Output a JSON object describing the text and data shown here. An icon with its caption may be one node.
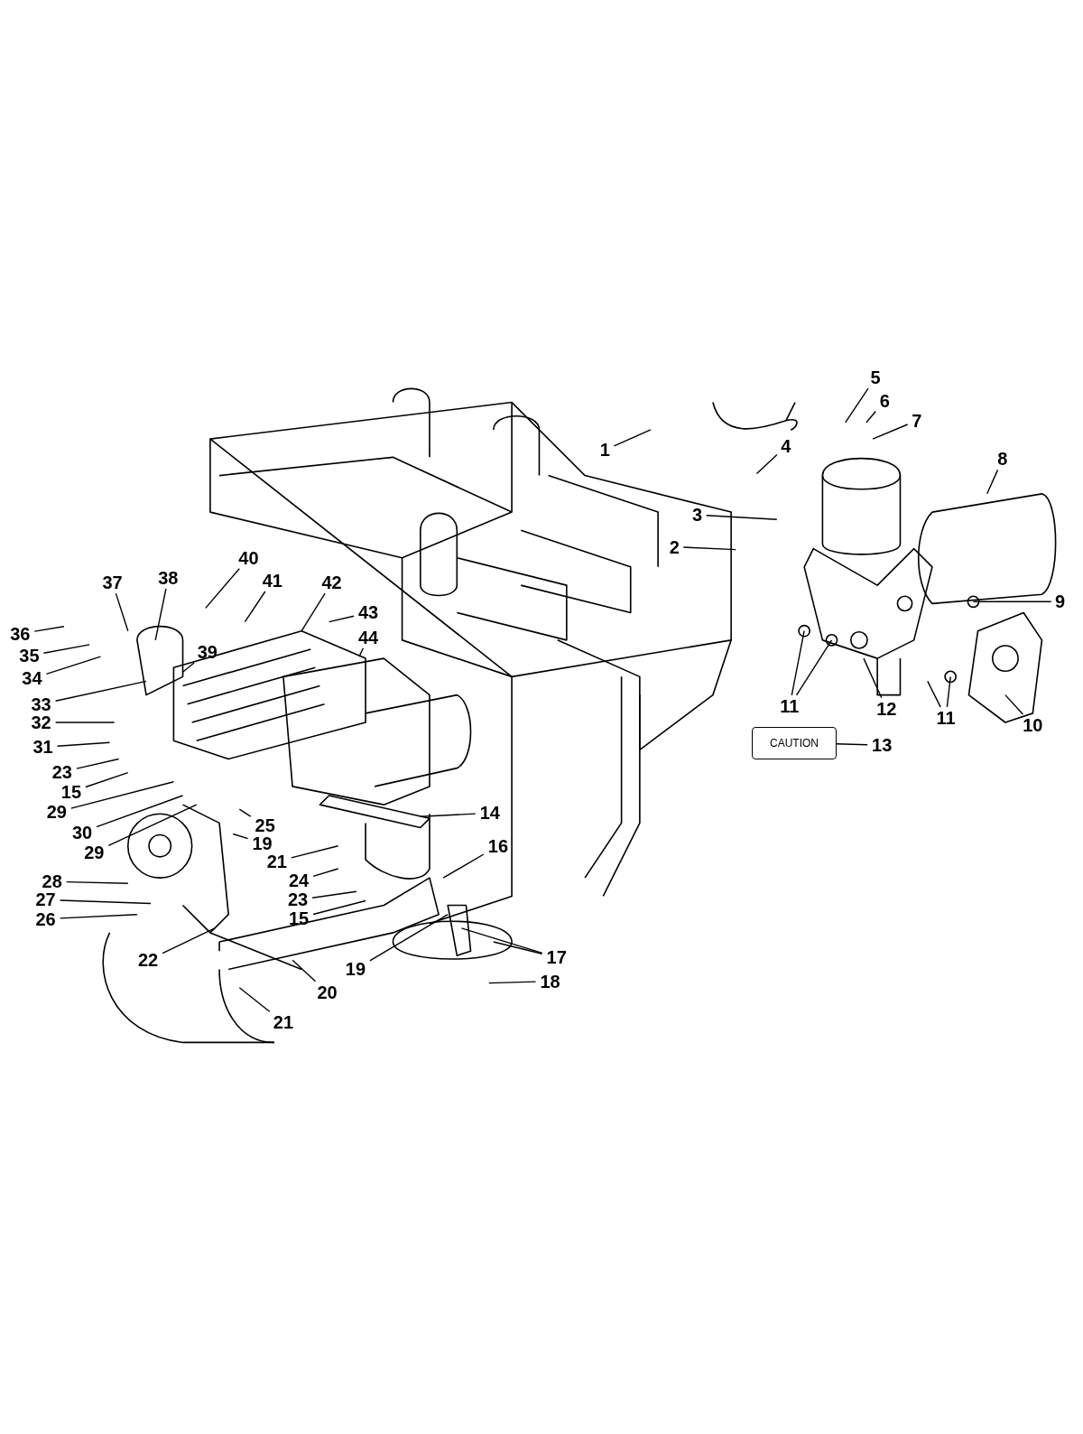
{
  "diagram": {
    "nodes": [
      {
        "text": [
          "1"
        ]
      },
      {
        "text": [
          "5"
        ]
      },
      {
        "text": [
          "6"
        ]
      },
      {
        "text": [
          "7"
        ]
      },
      {
        "text": [
          "4"
        ]
      },
      {
        "text": [
          "8"
        ]
      },
      {
        "text": [
          "3"
        ]
      },
      {
        "text": [
          "2"
        ]
      },
      {
        "text": [
          "40"
        ]
      },
      {
        "text": [
          "37"
        ]
      },
      {
        "text": [
          "38"
        ]
      },
      {
        "text": [
          "41"
        ]
      },
      {
        "text": [
          "42"
        ]
      },
      {
        "text": [
          "9"
        ]
      },
      {
        "text": [
          "43"
        ]
      },
      {
        "text": [
          "36"
        ]
      },
      {
        "text": [
          "44"
        ]
      },
      {
        "text": [
          "39"
        ]
      },
      {
        "text": [
          "35"
        ]
      },
      {
        "text": [
          "34"
        ]
      },
      {
        "text": [
          "33"
        ]
      },
      {
        "text": [
          "11"
        ]
      },
      {
        "text": [
          "12"
        ]
      },
      {
        "text": [
          "11"
        ]
      },
      {
        "text": [
          "32"
        ]
      },
      {
        "text": [
          "10"
        ]
      },
      {
        "text": [
          "CAUTION"
        ]
      },
      {
        "text": [
          "13"
        ]
      },
      {
        "text": [
          "31"
        ]
      },
      {
        "text": [
          "23"
        ]
      },
      {
        "text": [
          "15"
        ]
      },
      {
        "text": [
          "29"
        ]
      },
      {
        "text": [
          "14"
        ]
      },
      {
        "text": [
          "25"
        ]
      },
      {
        "text": [
          "30"
        ]
      },
      {
        "text": [
          "19"
        ]
      },
      {
        "text": [
          "16"
        ]
      },
      {
        "text": [
          "29"
        ]
      },
      {
        "text": [
          "21"
        ]
      },
      {
        "text": [
          "24"
        ]
      },
      {
        "text": [
          "28"
        ]
      },
      {
        "text": [
          "23"
        ]
      },
      {
        "text": [
          "27"
        ]
      },
      {
        "text": [
          "15"
        ]
      },
      {
        "text": [
          "26"
        ]
      },
      {
        "text": [
          "17"
        ]
      },
      {
        "text": [
          "22"
        ]
      },
      {
        "text": [
          "19"
        ]
      },
      {
        "text": [
          "18"
        ]
      },
      {
        "text": [
          "20"
        ]
      },
      {
        "text": [
          "21"
        ]
      }
    ],
    "edges": [
      {
        "from": 0,
        "to": null,
        "arrow": "none"
      },
      {
        "from": 1,
        "to": null,
        "arrow": "none"
      },
      {
        "from": 2,
        "to": null,
        "arrow": "none"
      },
      {
        "from": 3,
        "to": null,
        "arrow": "none"
      },
      {
        "from": 4,
        "to": null,
        "arrow": "none"
      },
      {
        "from": 5,
        "to": null,
        "arrow": "none"
      },
      {
        "from": 6,
        "to": null,
        "arrow": "none"
      },
      {
        "from": 7,
        "to": null,
        "arrow": "none"
      },
      {
        "from": 8,
        "to": null,
        "arrow": "none"
      },
      {
        "from": 9,
        "to": null,
        "arrow": "none"
      },
      {
        "from": 10,
        "to": null,
        "arrow": "none"
      },
      {
        "from": 11,
        "to": null,
        "arrow": "none"
      },
      {
        "from": 12,
        "to": null,
        "arrow": "none"
      },
      {
        "from": 13,
        "to": null,
        "arrow": "none"
      },
      {
        "from": 14,
        "to": null,
        "arrow": "none"
      },
      {
        "from": 15,
        "to": null,
        "arrow": "none"
      },
      {
        "from": 16,
        "to": null,
        "arrow": "none"
      },
      {
        "from": 17,
        "to": null,
        "arrow": "none"
      },
      {
        "from": 18,
        "to": null,
        "arrow": "none"
      },
      {
        "from": 19,
        "to": null,
        "arrow": "none"
      },
      {
        "from": 20,
        "to": null,
        "arrow": "none"
      },
      {
        "from": 21,
        "to": null,
        "arrow": "none"
      },
      {
        "from": 21,
        "to": null,
        "arrow": "none"
      },
      {
        "from": 22,
        "to": null,
        "arrow": "none"
      },
      {
        "from": 23,
        "to": null,
        "arrow": "none"
      },
      {
        "from": 23,
        "to": null,
        "arrow": "none"
      },
      {
        "from": 24,
        "to": null,
        "arrow": "none"
      },
      {
        "from": 25,
        "to": null,
        "arrow": "none"
      },
      {
        "from": 27,
        "to": 26,
        "arrow": "none"
      },
      {
        "from": 28,
        "to": null,
        "arrow": "none"
      },
      {
        "from": 29,
        "to": null,
        "arrow": "none"
      },
      {
        "from": 30,
        "to": null,
        "arrow": "none"
      },
      {
        "from": 31,
        "to": null,
        "arrow": "none"
      },
      {
        "from": 32,
        "to": null,
        "arrow": "none"
      },
      {
        "from": 33,
        "to": null,
        "arrow": "none"
      },
      {
        "from": 34,
        "to": null,
        "arrow": "none"
      },
      {
        "from": 35,
        "to": null,
        "arrow": "none"
      },
      {
        "from": 36,
        "to": null,
        "arrow": "none"
      },
      {
        "from": 37,
        "to": null,
        "arrow": "none"
      },
      {
        "from": 38,
        "to": null,
        "arrow": "none"
      },
      {
        "from": 39,
        "to": null,
        "arrow": "none"
      },
      {
        "from": 40,
        "to": null,
        "arrow": "none"
      },
      {
        "from": 41,
        "to": null,
        "arrow": "none"
      },
      {
        "from": 42,
        "to": null,
        "arrow": "none"
      },
      {
        "from": 43,
        "to": null,
        "arrow": "none"
      },
      {
        "from": 44,
        "to": null,
        "arrow": "none"
      },
      {
        "from": 45,
        "to": null,
        "arrow": "none"
      },
      {
        "from": 45,
        "to": null,
        "arrow": "none"
      },
      {
        "from": 46,
        "to": null,
        "arrow": "none"
      },
      {
        "from": 47,
        "to": null,
        "arrow": "none"
      },
      {
        "from": 48,
        "to": null,
        "arrow": "none"
      },
      {
        "from": 49,
        "to": null,
        "arrow": "none"
      },
      {
        "from": 50,
        "to": null,
        "arrow": "none"
      }
    ]
  }
}
